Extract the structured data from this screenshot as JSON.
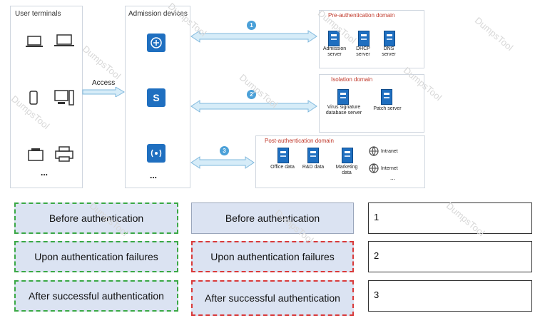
{
  "diagram": {
    "user_terminals": {
      "title": "User terminals",
      "more": "..."
    },
    "access_label": "Access",
    "admission": {
      "title": "Admission devices",
      "more": "..."
    },
    "pre_auth": {
      "title": "Pre-authentication domain",
      "servers": [
        {
          "label": "Admission server"
        },
        {
          "label": "DHCP server"
        },
        {
          "label": "DNS server"
        }
      ]
    },
    "isolation": {
      "title": "Isolation domain",
      "servers": [
        {
          "label": "Virus signature database server"
        },
        {
          "label": "Patch server"
        }
      ]
    },
    "post_auth": {
      "title": "Post-authentication domain",
      "servers": [
        {
          "label": "Office data"
        },
        {
          "label": "R&D data"
        },
        {
          "label": "Marketing data"
        }
      ],
      "networks": [
        {
          "label": "Intranet"
        },
        {
          "label": "Internet"
        }
      ],
      "more": "..."
    },
    "markers": [
      "1",
      "2",
      "3"
    ]
  },
  "drag_options_left": [
    "Before authentication",
    "Upon authentication failures",
    "After successful authentication"
  ],
  "drag_options_mid": [
    "Before authentication",
    "Upon authentication failures",
    "After successful authentication"
  ],
  "targets": [
    "1",
    "2",
    "3"
  ],
  "watermark": "DumpsTool",
  "colors": {
    "accent": "#1f6fc0",
    "green_dash": "#3aa845",
    "red_dash": "#d93a3a",
    "option_bg": "#dbe3f2"
  }
}
